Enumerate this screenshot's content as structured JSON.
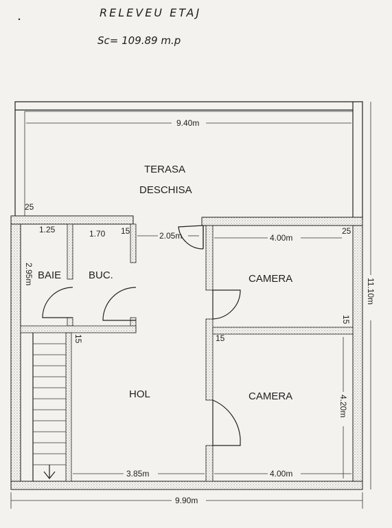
{
  "header": {
    "title": "RELEVEU ETAJ",
    "area": "Sc= 109.89 m.p"
  },
  "rooms": {
    "terasa_line1": "TERASA",
    "terasa_line2": "DESCHISA",
    "baie": "BAIE",
    "buc": "BUC.",
    "camera_top": "CAMERA",
    "hol": "HOL",
    "camera_bottom": "CAMERA"
  },
  "dimensions": {
    "top_width": "9.40m",
    "total_width": "9.90m",
    "height_right": "11.10m",
    "baie_width": "1.25",
    "buc_width": "1.70",
    "hol_top": "2.05m",
    "camera_top_width": "4.00m",
    "baie_height": "2.95m",
    "hol_bottom": "3.85m",
    "camera_bottom_width": "4.00m",
    "camera_bottom_height": "4.20m",
    "wall_25_left": "25",
    "wall_25_right": "25",
    "wall_15_a": "15",
    "wall_15_b": "15",
    "wall_15_c": "15",
    "wall_15_d": "15"
  }
}
